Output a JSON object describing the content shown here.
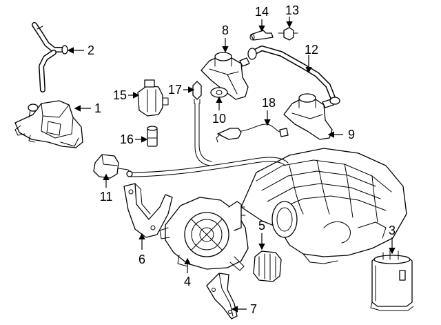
{
  "diagram": {
    "callouts": [
      {
        "id": "1",
        "label": "1"
      },
      {
        "id": "2",
        "label": "2"
      },
      {
        "id": "3",
        "label": "3"
      },
      {
        "id": "4",
        "label": "4"
      },
      {
        "id": "5",
        "label": "5"
      },
      {
        "id": "6",
        "label": "6"
      },
      {
        "id": "7",
        "label": "7"
      },
      {
        "id": "8",
        "label": "8"
      },
      {
        "id": "9",
        "label": "9"
      },
      {
        "id": "10",
        "label": "10"
      },
      {
        "id": "11",
        "label": "11"
      },
      {
        "id": "12",
        "label": "12"
      },
      {
        "id": "13",
        "label": "13"
      },
      {
        "id": "14",
        "label": "14"
      },
      {
        "id": "15",
        "label": "15"
      },
      {
        "id": "16",
        "label": "16"
      },
      {
        "id": "17",
        "label": "17"
      },
      {
        "id": "18",
        "label": "18"
      }
    ],
    "colors": {
      "line": "#000000",
      "background": "#ffffff"
    }
  }
}
